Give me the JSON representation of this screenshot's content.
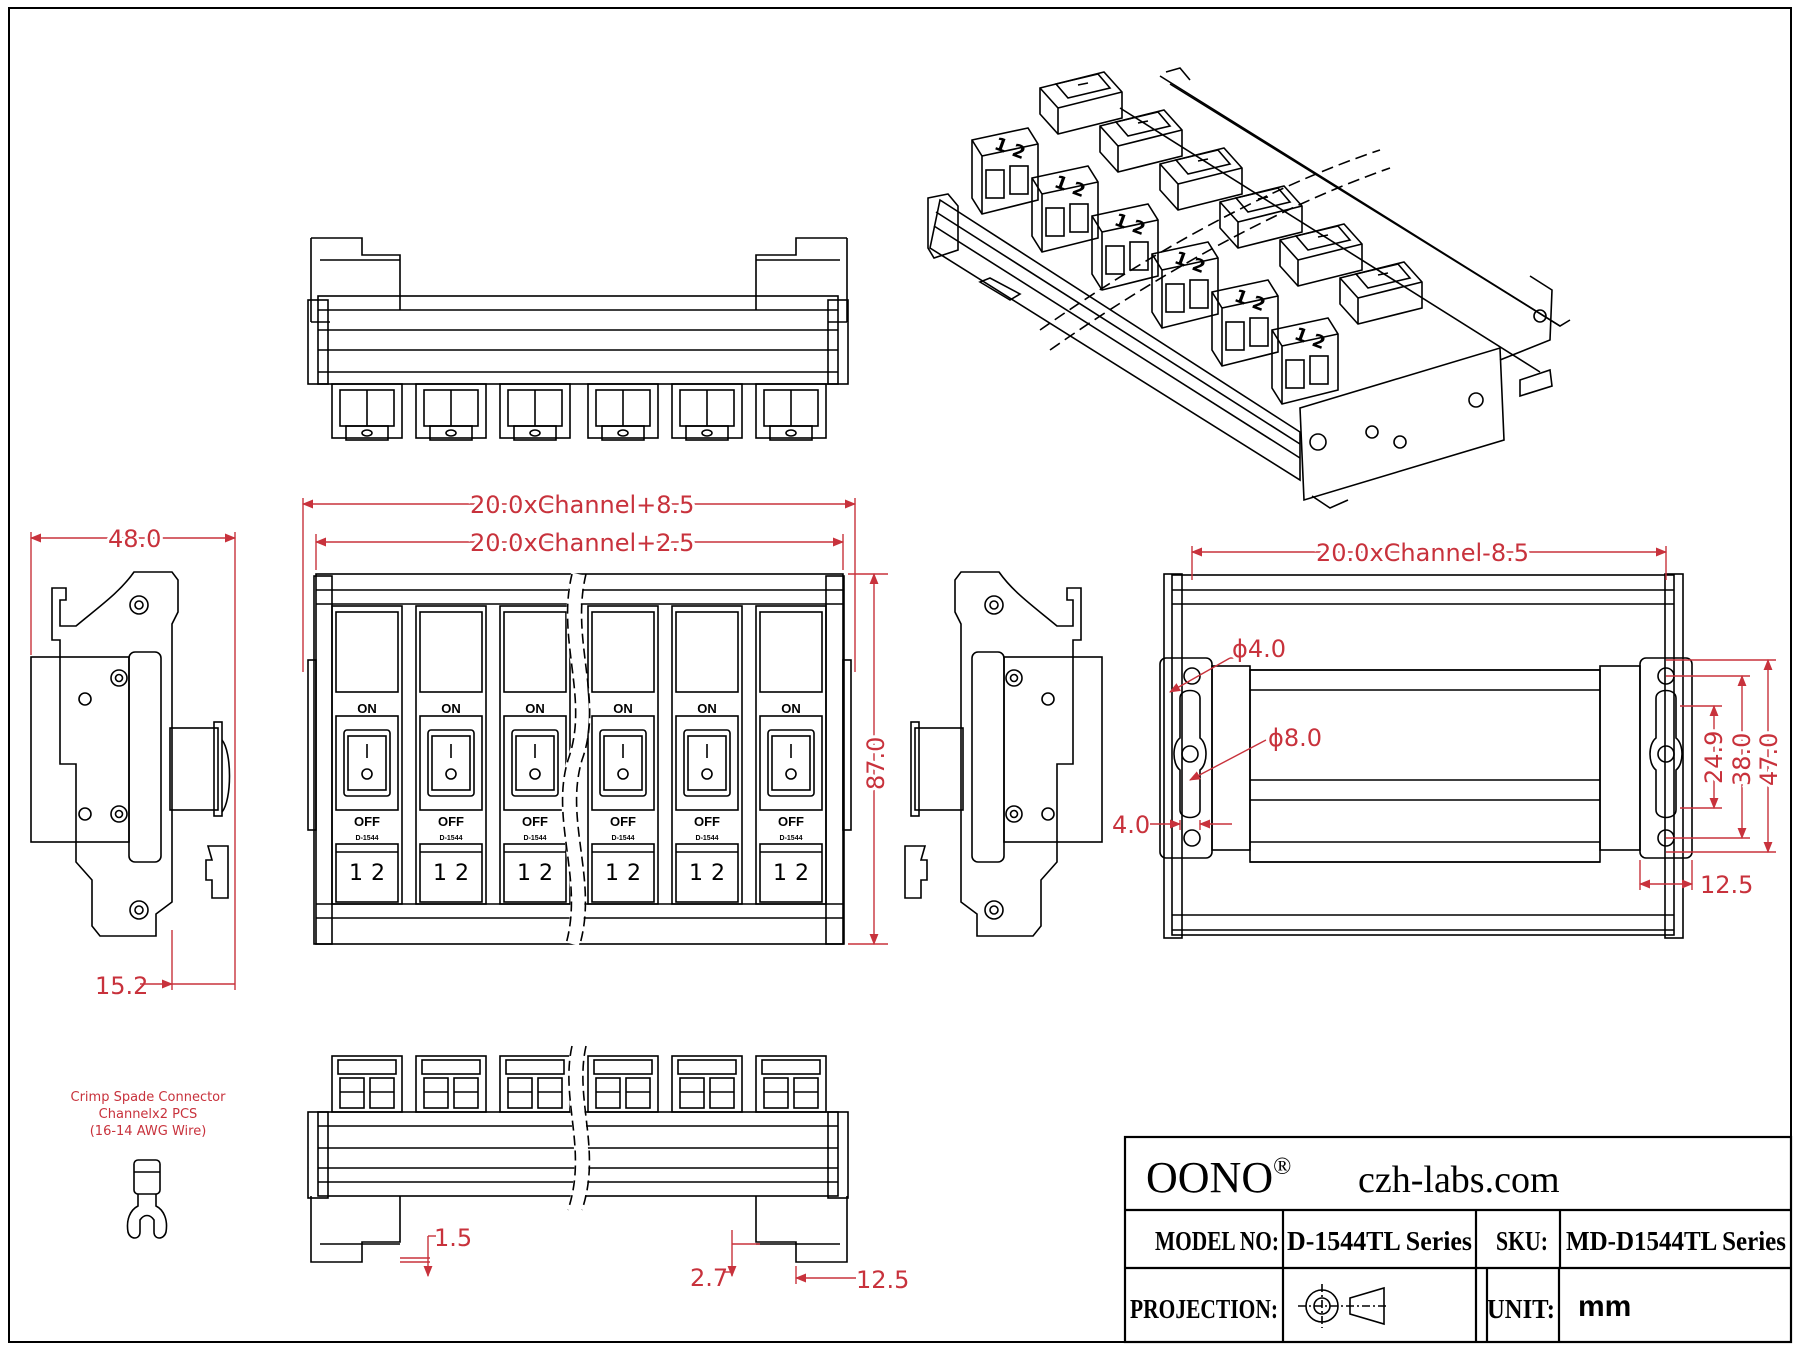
{
  "colors": {
    "line": "#000000",
    "dimension": "#c8323c",
    "background": "#ffffff"
  },
  "views": {
    "front": {
      "channels": [
        {
          "on": "ON",
          "off": "OFF",
          "part": "D-1544",
          "t1": "1",
          "t2": "2"
        },
        {
          "on": "ON",
          "off": "OFF",
          "part": "D-1544",
          "t1": "1",
          "t2": "2"
        },
        {
          "on": "ON",
          "off": "OFF",
          "part": "D-1544",
          "t1": "1",
          "t2": "2"
        },
        {
          "on": "ON",
          "off": "OFF",
          "part": "D-1544",
          "t1": "1",
          "t2": "2"
        },
        {
          "on": "ON",
          "off": "OFF",
          "part": "D-1544",
          "t1": "1",
          "t2": "2"
        },
        {
          "on": "ON",
          "off": "OFF",
          "part": "D-1544",
          "t1": "1",
          "t2": "2"
        }
      ],
      "dim_overall": "20.0xChannel+8.5",
      "dim_inner": "20.0xChannel+2.5",
      "dim_height": "87.0"
    },
    "side_left": {
      "dim_width": "48.0",
      "dim_offset": "15.2"
    },
    "back": {
      "dim_length": "20.0xChannel-8.5",
      "dim_hole_small": "ϕ4.0",
      "dim_hole_large": "ϕ8.0",
      "dim_edge": "4.0",
      "dim_slot": "24.9",
      "dim_pitch": "38.0",
      "dim_bracket": "47.0",
      "dim_bracket_offset": "12.5"
    },
    "bottom": {
      "dim_a": "1.5",
      "dim_b": "2.7",
      "dim_c": "12.5"
    },
    "iso": {
      "terminal_label": "1 2"
    }
  },
  "accessory_note": [
    "Crimp Spade Connector",
    "Channelx2 PCS",
    "(16-14 AWG Wire)"
  ],
  "title_block": {
    "brand": "OONO",
    "brand_mark": "®",
    "website": "czh-labs.com",
    "model_label": "MODEL NO:",
    "model_value": "D-1544TL Series",
    "sku_label": "SKU:",
    "sku_value": "MD-D1544TL Series",
    "projection_label": "PROJECTION:",
    "unit_label": "UNIT:",
    "unit_value": "mm"
  }
}
